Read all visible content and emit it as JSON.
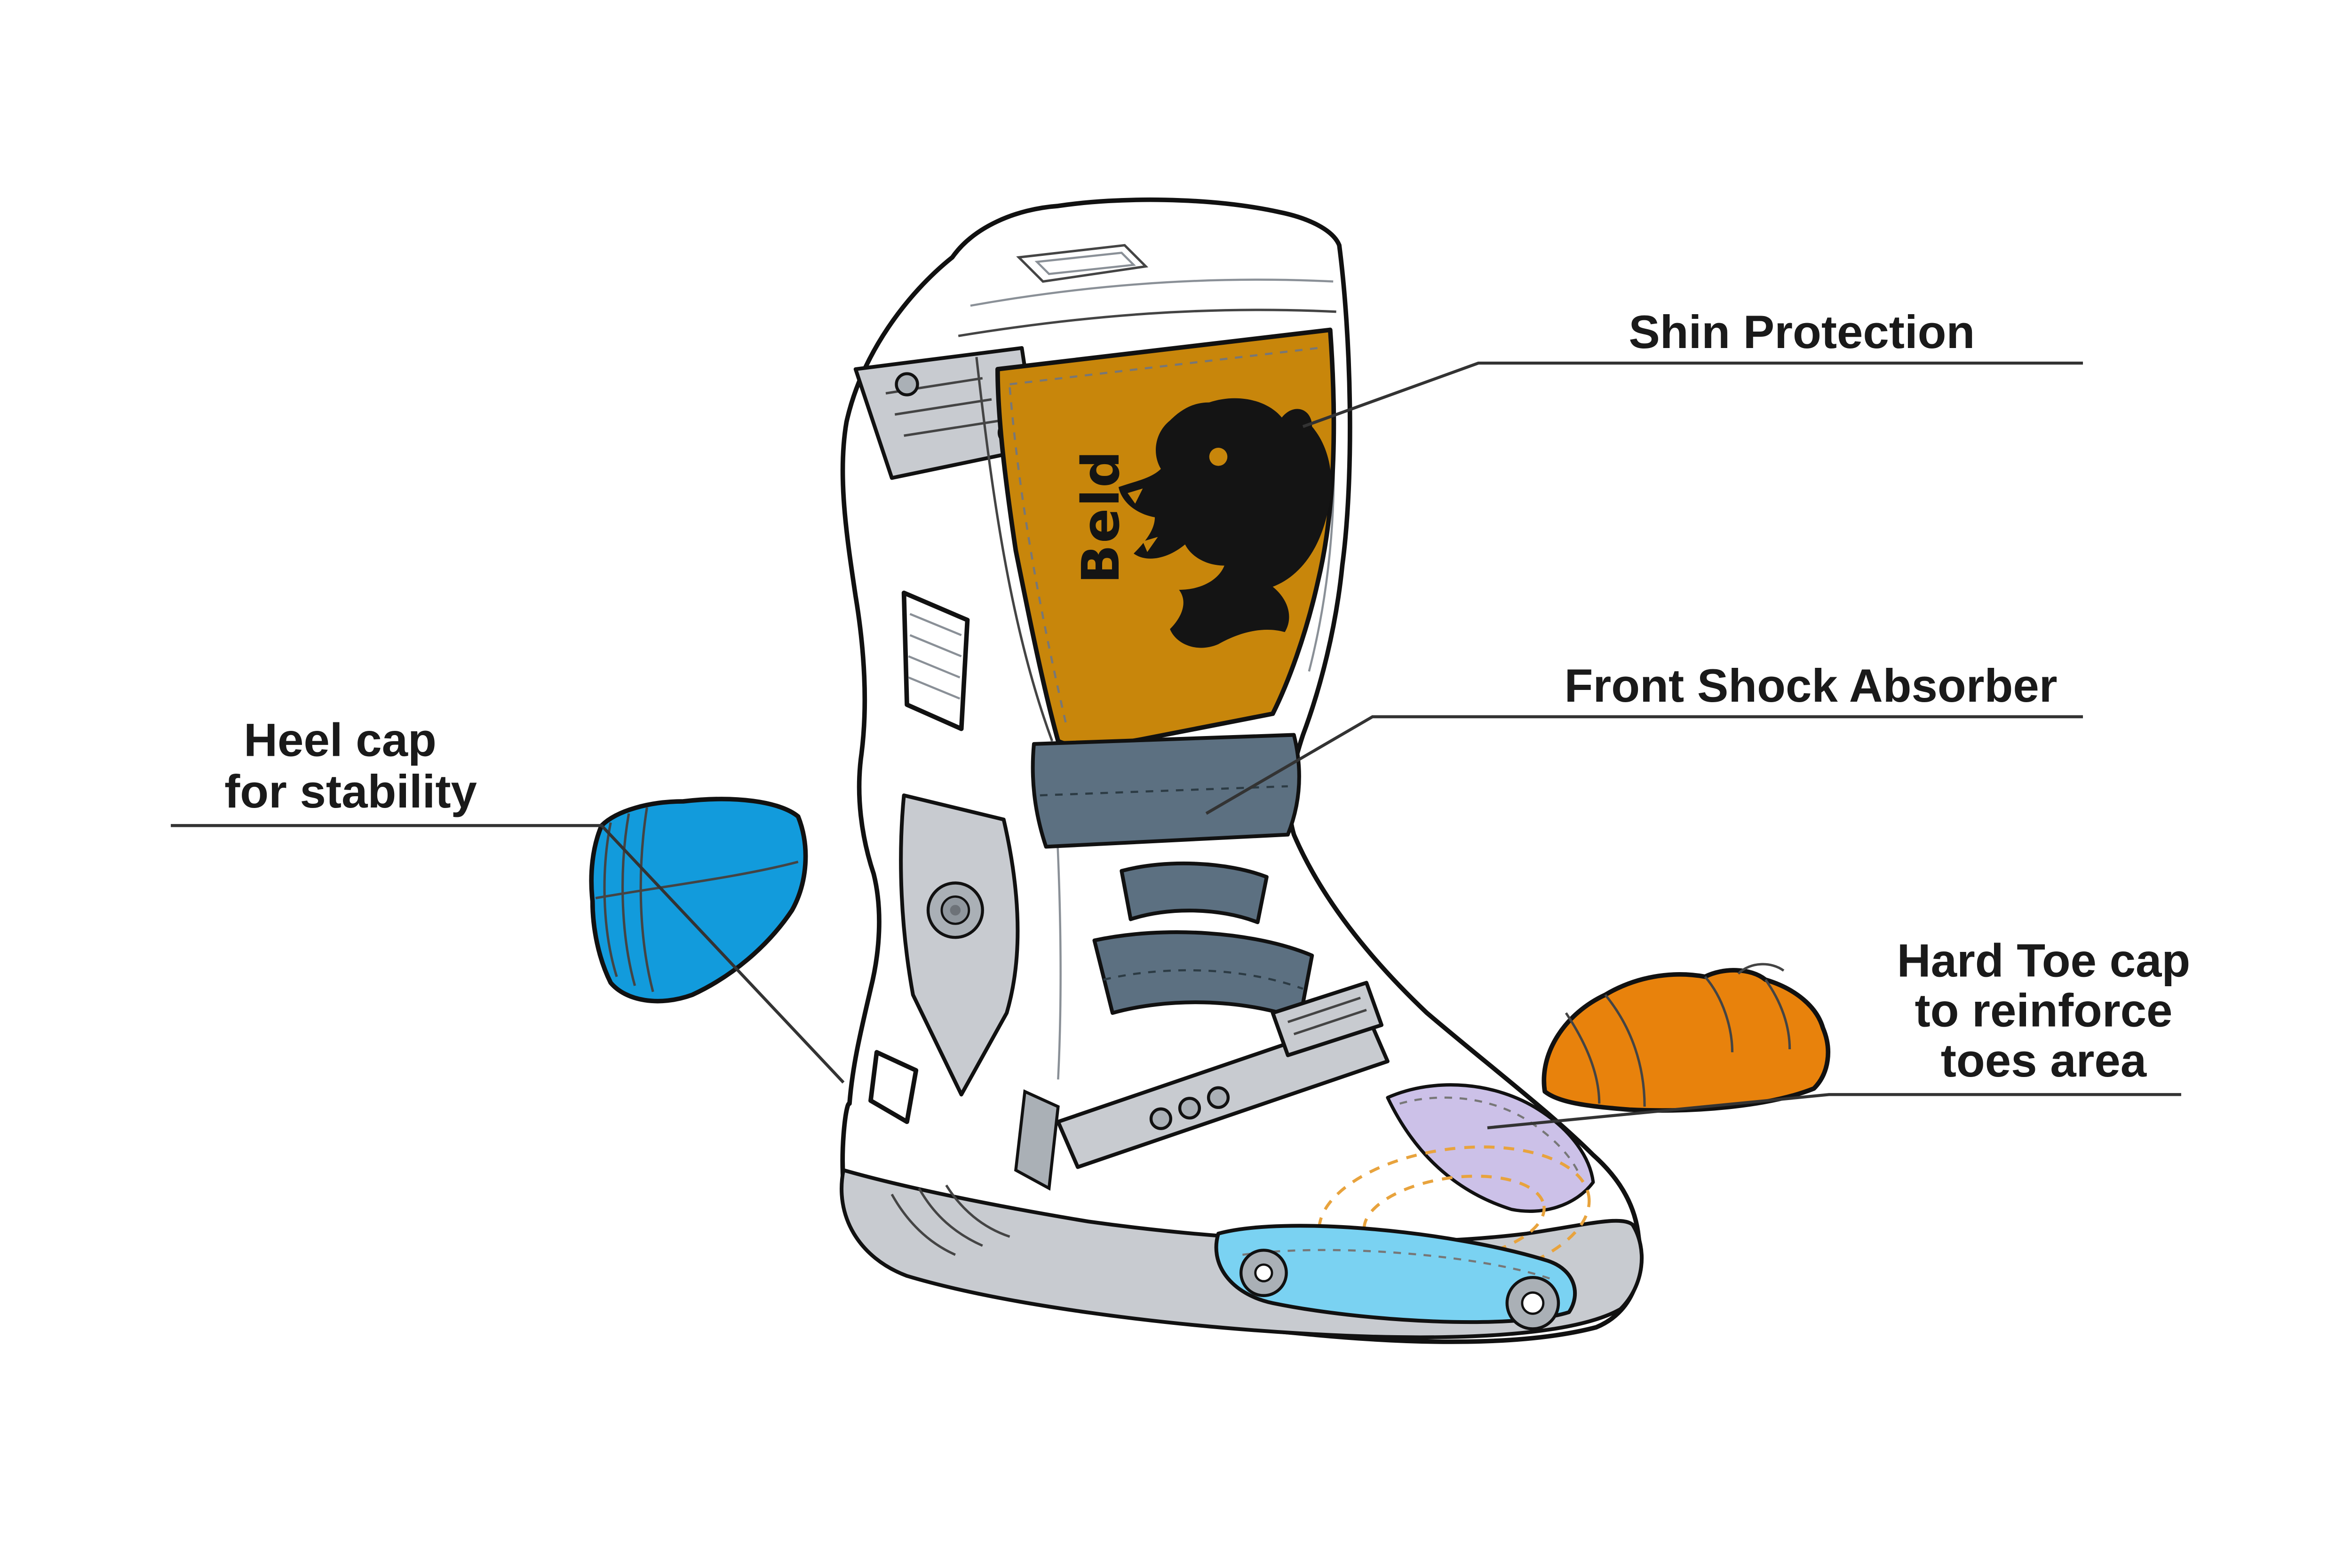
{
  "diagram": {
    "brand": "Beld",
    "labels": {
      "shin_protection": {
        "lines": [
          "Shin Protection"
        ]
      },
      "front_shock_absorber": {
        "lines": [
          "Front Shock Absorber"
        ]
      },
      "heel_cap": {
        "lines": [
          "Heel cap",
          "for  stability"
        ]
      },
      "hard_toe_cap": {
        "lines": [
          "Hard Toe cap",
          "to reinforce",
          "toes area"
        ]
      }
    },
    "colors": {
      "boot_body": "#ffffff",
      "shin_plate": "#c8860b",
      "shock_absorber": "#5c7081",
      "heel_cap": "#129bdc",
      "toe_cap": "#e8820c",
      "toe_panel": "#ccc1e8",
      "sole_accent": "#7ad2f2",
      "hardware_gray": "#c8cbd0",
      "outline": "#111111",
      "text": "#1a1a1a",
      "leader_line": "#333333",
      "dashed_guide": "#e8a33d"
    }
  }
}
